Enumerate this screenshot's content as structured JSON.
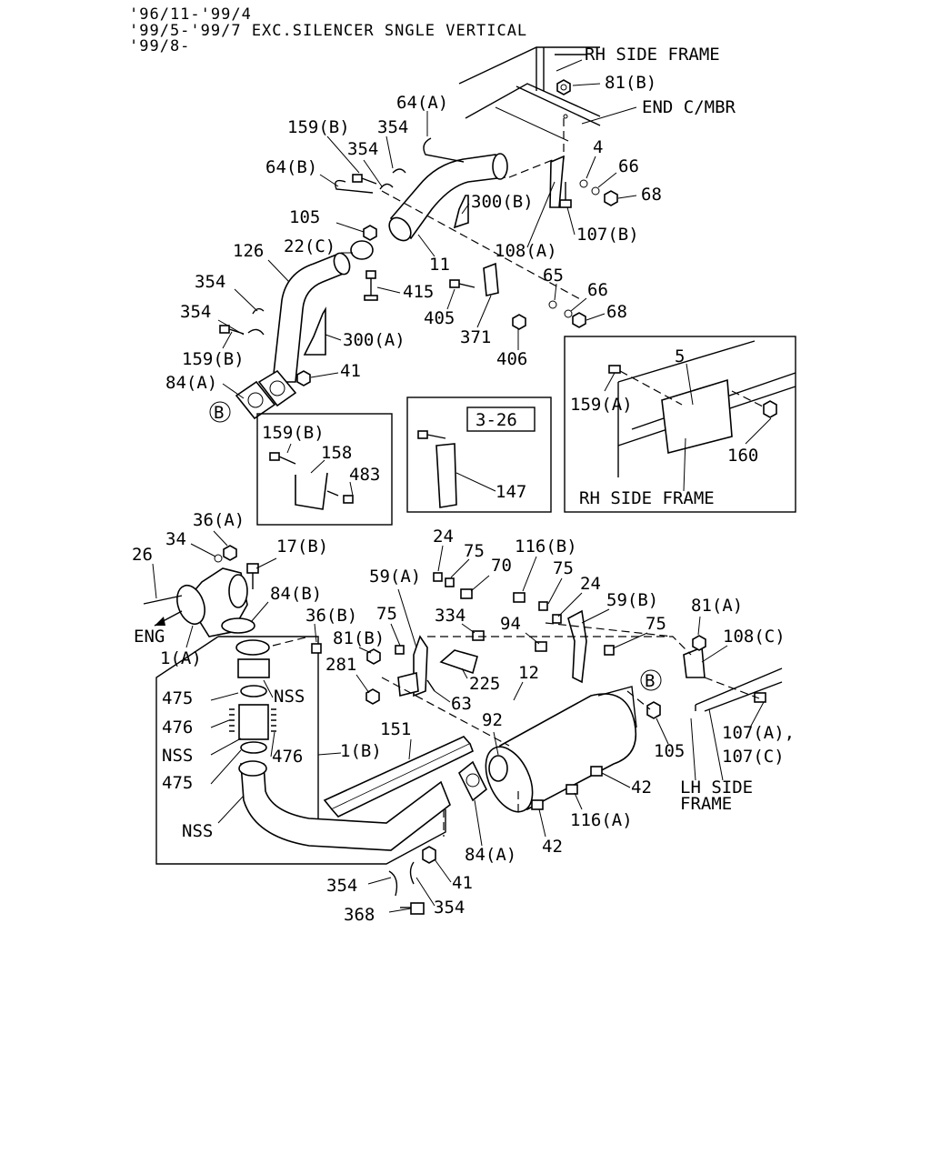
{
  "header": {
    "lines": [
      "'96/11-'99/4",
      "'99/5-'99/7 EXC.SILENCER SNGLE VERTICAL",
      "'99/8-"
    ]
  },
  "frame_labels": {
    "rh_side_frame_top": "RH SIDE FRAME",
    "end_cmbr": "END C/MBR",
    "rh_side_frame_inset": "RH SIDE FRAME",
    "lh_side_frame_1": "LH SIDE",
    "lh_side_frame_2": "FRAME",
    "eng": "ENG"
  },
  "ref_box": "3-26",
  "circle_marker": "B",
  "callouts": [
    {
      "id": "c81b_top",
      "text": "81(B)"
    },
    {
      "id": "c64a",
      "text": "64(A)"
    },
    {
      "id": "c159b_1",
      "text": "159(B)"
    },
    {
      "id": "c354_1",
      "text": "354"
    },
    {
      "id": "c354_2",
      "text": "354"
    },
    {
      "id": "c4",
      "text": "4"
    },
    {
      "id": "c66_1",
      "text": "66"
    },
    {
      "id": "c68_1",
      "text": "68"
    },
    {
      "id": "c64b",
      "text": "64(B)"
    },
    {
      "id": "c300b",
      "text": "300(B)"
    },
    {
      "id": "c105_1",
      "text": "105"
    },
    {
      "id": "c107b",
      "text": "107(B)"
    },
    {
      "id": "c126",
      "text": "126"
    },
    {
      "id": "c22c",
      "text": "22(C)"
    },
    {
      "id": "c108a",
      "text": "108(A)"
    },
    {
      "id": "c11",
      "text": "11"
    },
    {
      "id": "c65",
      "text": "65"
    },
    {
      "id": "c354_3",
      "text": "354"
    },
    {
      "id": "c415",
      "text": "415"
    },
    {
      "id": "c66_2",
      "text": "66"
    },
    {
      "id": "c405",
      "text": "405"
    },
    {
      "id": "c354_4",
      "text": "354"
    },
    {
      "id": "c68_2",
      "text": "68"
    },
    {
      "id": "c371",
      "text": "371"
    },
    {
      "id": "c300a",
      "text": "300(A)"
    },
    {
      "id": "c159b_2",
      "text": "159(B)"
    },
    {
      "id": "c406",
      "text": "406"
    },
    {
      "id": "c5",
      "text": "5"
    },
    {
      "id": "c84a_1",
      "text": "84(A)"
    },
    {
      "id": "c41_1",
      "text": "41"
    },
    {
      "id": "c159a",
      "text": "159(A)"
    },
    {
      "id": "c159b_3",
      "text": "159(B)"
    },
    {
      "id": "c158",
      "text": "158"
    },
    {
      "id": "c483",
      "text": "483"
    },
    {
      "id": "c160",
      "text": "160"
    },
    {
      "id": "c147",
      "text": "147"
    },
    {
      "id": "c36a",
      "text": "36(A)"
    },
    {
      "id": "c34",
      "text": "34"
    },
    {
      "id": "c24_1",
      "text": "24"
    },
    {
      "id": "c75_1",
      "text": "75"
    },
    {
      "id": "c116b",
      "text": "116(B)"
    },
    {
      "id": "c26",
      "text": "26"
    },
    {
      "id": "c17b",
      "text": "17(B)"
    },
    {
      "id": "c70",
      "text": "70"
    },
    {
      "id": "c75_2",
      "text": "75"
    },
    {
      "id": "c59a",
      "text": "59(A)"
    },
    {
      "id": "c24_2",
      "text": "24"
    },
    {
      "id": "c84b",
      "text": "84(B)"
    },
    {
      "id": "c59b",
      "text": "59(B)"
    },
    {
      "id": "c81a",
      "text": "81(A)"
    },
    {
      "id": "c75_3",
      "text": "75"
    },
    {
      "id": "c334",
      "text": "334"
    },
    {
      "id": "c36b",
      "text": "36(B)"
    },
    {
      "id": "c94",
      "text": "94"
    },
    {
      "id": "c75_4",
      "text": "75"
    },
    {
      "id": "c108c",
      "text": "108(C)"
    },
    {
      "id": "c81b_2",
      "text": "81(B)"
    },
    {
      "id": "c1a",
      "text": "1(A)"
    },
    {
      "id": "c281",
      "text": "281"
    },
    {
      "id": "c225",
      "text": "225"
    },
    {
      "id": "c12",
      "text": "12"
    },
    {
      "id": "c475_1",
      "text": "475"
    },
    {
      "id": "c nss_1",
      "text": "NSS"
    },
    {
      "id": "c63",
      "text": "63"
    },
    {
      "id": "c476_1",
      "text": "476"
    },
    {
      "id": "c92",
      "text": "92"
    },
    {
      "id": "c151",
      "text": "151"
    },
    {
      "id": "c105_2",
      "text": "105"
    },
    {
      "id": "c107a",
      "text": "107(A),"
    },
    {
      "id": "cnss_2",
      "text": "NSS"
    },
    {
      "id": "c476_2",
      "text": "476"
    },
    {
      "id": "c1b",
      "text": "1(B)"
    },
    {
      "id": "c107c",
      "text": "107(C)"
    },
    {
      "id": "c475_2",
      "text": "475"
    },
    {
      "id": "c42_1",
      "text": "42"
    },
    {
      "id": "c116a",
      "text": "116(A)"
    },
    {
      "id": "cnss_3",
      "text": "NSS"
    },
    {
      "id": "c84a_2",
      "text": "84(A)"
    },
    {
      "id": "c42_2",
      "text": "42"
    },
    {
      "id": "c41_2",
      "text": "41"
    },
    {
      "id": "c354_5",
      "text": "354"
    },
    {
      "id": "c354_6",
      "text": "354"
    },
    {
      "id": "c368",
      "text": "368"
    }
  ]
}
